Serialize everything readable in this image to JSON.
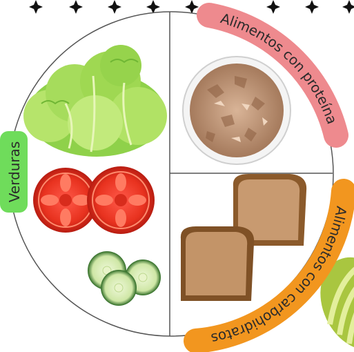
{
  "labels": {
    "vegetables": "Verduras",
    "protein": "Alimentos con proteína",
    "carbs": "Alimentos con carbohidratos"
  },
  "colors": {
    "vegetables_pill": "#6fdc5b",
    "protein_pill": "#ee8a8e",
    "carbs_pill": "#f2961f",
    "plate_outline": "#555555"
  },
  "icons": [
    "sparkle-icon",
    "lettuce-icon",
    "tomato-slice-icon",
    "cucumber-slice-icon",
    "tuna-bowl-icon",
    "bread-slice-icon",
    "avocado-icon"
  ]
}
